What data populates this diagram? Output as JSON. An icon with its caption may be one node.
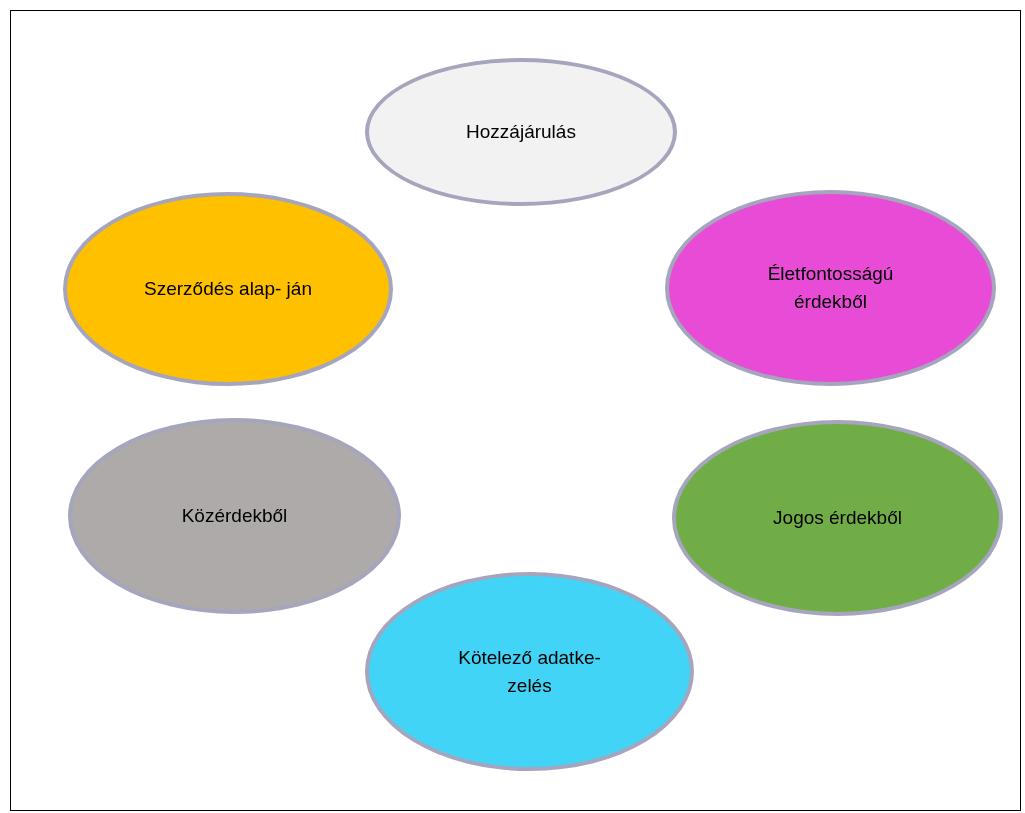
{
  "diagram": {
    "nodes": [
      {
        "text": [
          "Hozzájárulás"
        ]
      },
      {
        "text": [
          "Szerződés alap- ján"
        ]
      },
      {
        "text": [
          "Életfontosságú érdekből"
        ]
      },
      {
        "text": [
          "Közérdekből"
        ]
      },
      {
        "text": [
          "Jogos érdekből"
        ]
      },
      {
        "text": [
          "Kötelező adatke- zelés"
        ]
      }
    ]
  }
}
